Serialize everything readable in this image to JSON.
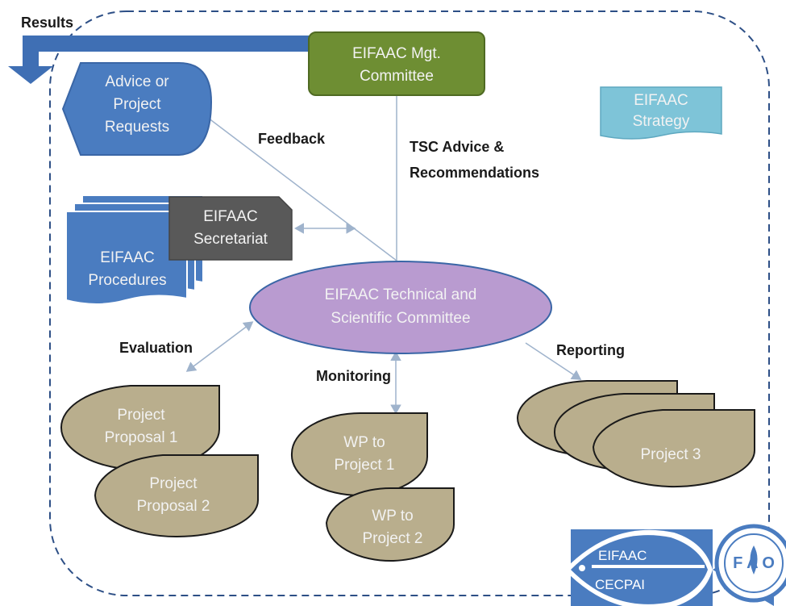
{
  "diagram": {
    "results_label": "Results",
    "mgt_committee": [
      "EIFAAC Mgt.",
      "Committee"
    ],
    "advice_requests": [
      "Advice or",
      "Project",
      "Requests"
    ],
    "strategy": [
      "EIFAAC",
      "Strategy"
    ],
    "feedback_label": "Feedback",
    "tsc_advice_label": [
      "TSC Advice &",
      "Recommendations"
    ],
    "secretariat": [
      "EIFAAC",
      "Secretariat"
    ],
    "procedures": [
      "EIFAAC",
      "Procedures"
    ],
    "tsc": [
      "EIFAAC Technical and",
      "Scientific Committee"
    ],
    "evaluation_label": "Evaluation",
    "monitoring_label": "Monitoring",
    "reporting_label": "Reporting",
    "proposal_1": [
      "Project",
      "Proposal 1"
    ],
    "proposal_2": [
      "Project",
      "Proposal 2"
    ],
    "wp_1": [
      "WP to",
      "Project  1"
    ],
    "wp_2": [
      "WP to",
      "Project 2"
    ],
    "project_3": "Project 3",
    "logo": {
      "eifaac_top": "EIFAAC",
      "eifaac_bottom": "CECPAI",
      "fao_letters": "F A O"
    },
    "colors": {
      "blue": "#4a7cc0",
      "green": "#6e8e33",
      "light_blue": "#7ec4d8",
      "gray": "#595959",
      "lavender": "#b99bd0",
      "khaki": "#b9ae8d",
      "dash": "#2d4f86"
    }
  }
}
